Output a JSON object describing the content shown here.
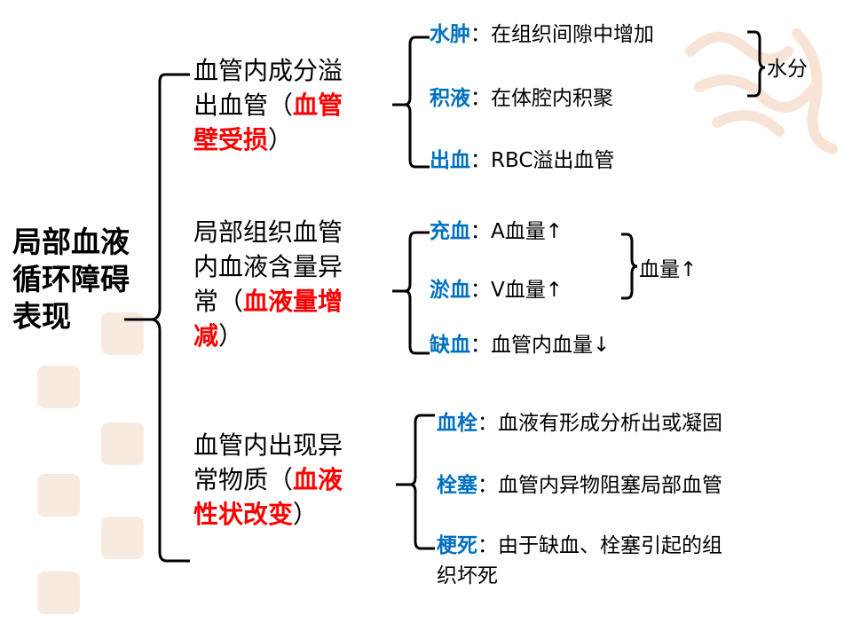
{
  "colors": {
    "term": "#0070c0",
    "emphasis": "#ff0000",
    "stamp": "#e9b58d"
  },
  "root": {
    "line1": "局部血液",
    "line2": "循环障碍",
    "line3": "表现"
  },
  "branches": [
    {
      "line1": "血管内成分溢",
      "line2_pre": "出血管（",
      "line2_red": "血管",
      "line3_red": "壁受损",
      "line3_post": "）"
    },
    {
      "line1": "局部组织血管",
      "line2": "内血液含量异",
      "line3_pre": "常（",
      "line3_red": "血液量增",
      "line4_red": "减",
      "line4_post": "）"
    },
    {
      "line1": "血管内出现异",
      "line2_pre": "常物质（",
      "line2_red": "血液",
      "line3_red": "性状改变",
      "line3_post": "）"
    }
  ],
  "leaves": [
    {
      "term": "水肿",
      "desc": "：在组织间隙中增加"
    },
    {
      "term": "积液",
      "desc": "：在体腔内积聚"
    },
    {
      "term": "出血",
      "desc": "：RBC溢出血管"
    },
    {
      "term": "充血",
      "desc": "：A血量↑"
    },
    {
      "term": "淤血",
      "desc": "：V血量↑"
    },
    {
      "term": "缺血",
      "desc": "：血管内血量↓"
    },
    {
      "term": "血栓",
      "desc": "：血液有形成分析出或凝固"
    },
    {
      "term": "栓塞",
      "desc": "：血管内异物阻塞局部血管"
    },
    {
      "term": "梗死",
      "desc": "：由于缺血、栓塞引起的组",
      "desc_line2": "织坏死"
    }
  ],
  "groups": {
    "water": "水分",
    "blood_volume": "血量↑"
  }
}
